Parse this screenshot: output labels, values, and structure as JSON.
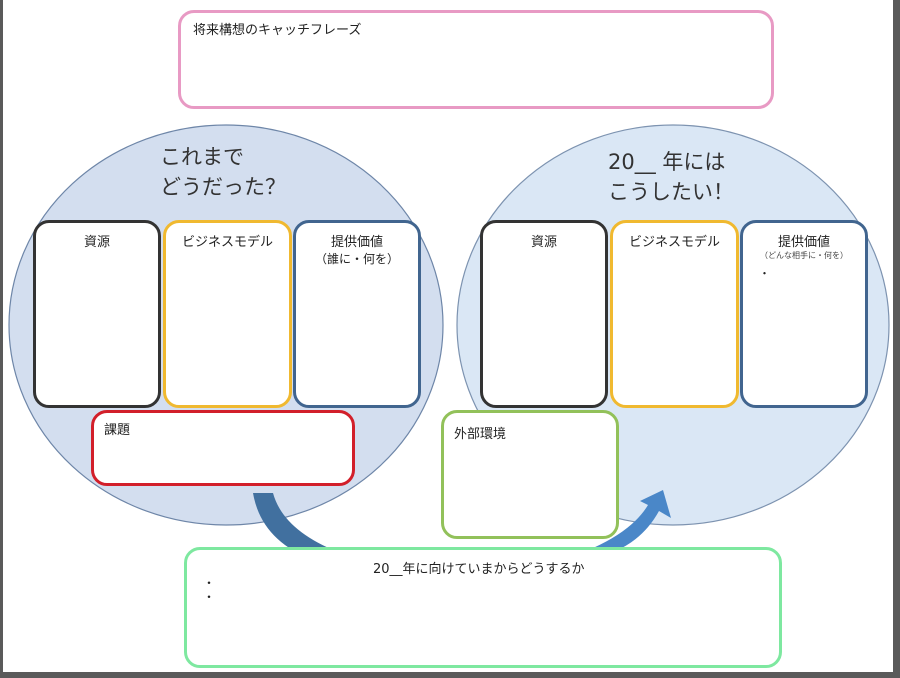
{
  "catchphrase": {
    "label": "将来構想のキャッチフレーズ"
  },
  "past": {
    "title_line1": "これまで",
    "title_line2": "どうだった？",
    "resources": "資源",
    "business_model": "ビジネスモデル",
    "value": "提供価値",
    "value_sub": "（誰に・何を）",
    "issues": "課題"
  },
  "future": {
    "title_line1": "20__ 年には",
    "title_line2": "こうしたい！",
    "resources": "資源",
    "business_model": "ビジネスモデル",
    "value": "提供価値",
    "value_sub": "（どんな相手に・何を）",
    "value_bullet": "・",
    "environment": "外部環境"
  },
  "action": {
    "label": "20__年に向けていまからどうするか",
    "bullets": [
      "・",
      "・"
    ]
  },
  "colors": {
    "pink": "#e89ac4",
    "circle_left": "#d3deef",
    "circle_right": "#dae7f5",
    "yellow": "#f0b930",
    "blue": "#41658f",
    "red": "#d21f2a",
    "green": "#92c15a",
    "mint": "#7ee8a0",
    "arrow": "#4a7fb8"
  }
}
